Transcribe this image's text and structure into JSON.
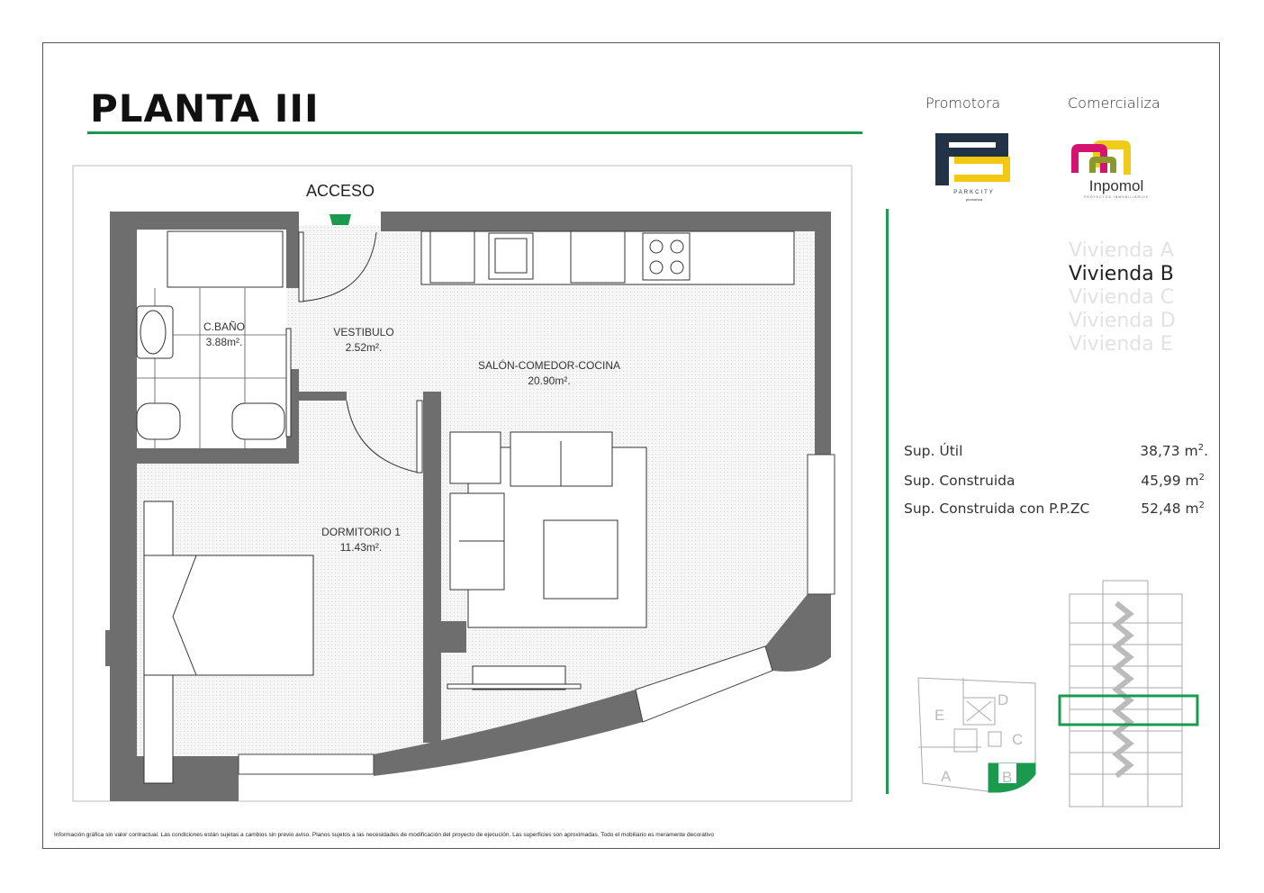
{
  "header": {
    "title": "PLANTA III"
  },
  "plan": {
    "access_label": "ACCESO",
    "rooms": [
      {
        "name": "C.BAÑO",
        "area": "3.88m²."
      },
      {
        "name": "VESTIBULO",
        "area": "2.52m²."
      },
      {
        "name": "SALÓN-COMEDOR-COCINA",
        "area": "20.90m²."
      },
      {
        "name": "DORMITORIO 1",
        "area": "11.43m²."
      }
    ],
    "colors": {
      "wall": "#6e6e6e",
      "accent": "#1a9a4e",
      "floor": "#efefef"
    }
  },
  "brands": {
    "promotora_label": "Promotora",
    "promotora_logo_text": "PARKCITY promotora",
    "comercializa_label": "Comercializa",
    "comercializa_logo_text": "Inpomol proyectos inmobiliarios",
    "colors": {
      "parkcity_navy": "#233347",
      "parkcity_yellow": "#f2c811",
      "inpomol_magenta": "#d4146f",
      "inpomol_olive": "#8a9a2a",
      "inpomol_yellow": "#f0cc1a"
    }
  },
  "viviendas": {
    "items": [
      "Vivienda A",
      "Vivienda B",
      "Vivienda C",
      "Vivienda D",
      "Vivienda E"
    ],
    "selected": "Vivienda B"
  },
  "surfaces": [
    {
      "label": "Sup. Útil",
      "value": "38,73 m",
      "suffix": "."
    },
    {
      "label": "Sup. Construida",
      "value": "45,99 m",
      "suffix": ""
    },
    {
      "label": "Sup. Construida con P.P.ZC",
      "value": "52,48 m",
      "suffix": ""
    }
  ],
  "key_plan": {
    "units": [
      "A",
      "B",
      "C",
      "D",
      "E"
    ],
    "highlighted": "B"
  },
  "footer": {
    "disclaimer": "Información gráfica sin valor contractual. Las condiciones están sujetas a cambios sin previo aviso. Planos sujetos a las necesidades de modificación del proyecto de ejecución. Las superficies son aproximadas. Todo el mobiliario es meramente decorativo"
  }
}
